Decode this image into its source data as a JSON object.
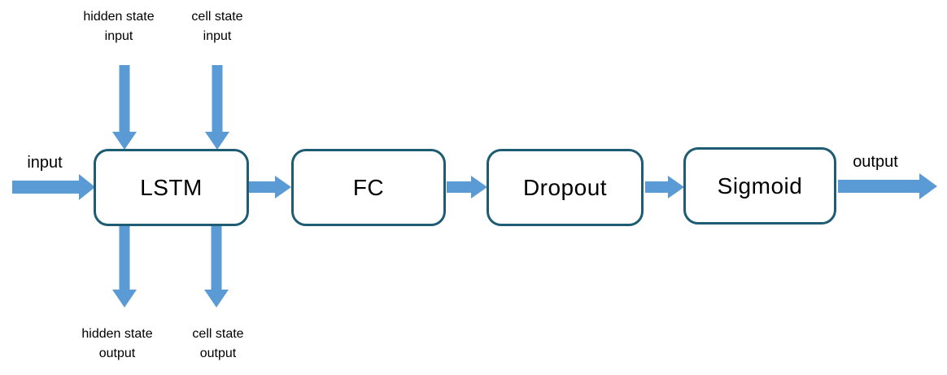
{
  "colors": {
    "arrow": "#5b9bd5",
    "node_border": "#1d5c73",
    "text": "#000000",
    "background": "#ffffff"
  },
  "diagram": {
    "type": "flow",
    "direction": "left-to-right",
    "flow_sequence": [
      "input",
      "LSTM",
      "FC",
      "Dropout",
      "Sigmoid",
      "output"
    ]
  },
  "nodes": {
    "lstm": "LSTM",
    "fc": "FC",
    "dropout": "Dropout",
    "sigmoid": "Sigmoid"
  },
  "labels": {
    "input": "input",
    "output": "output",
    "hidden_state_input": "hidden state\ninput",
    "cell_state_input": "cell state\ninput",
    "hidden_state_output": "hidden state\noutput",
    "cell_state_output": "cell state\noutput"
  },
  "icons": [
    "input-arrow-icon",
    "hidden-state-input-arrow-icon",
    "cell-state-input-arrow-icon",
    "lstm-to-fc-arrow-icon",
    "fc-to-dropout-arrow-icon",
    "dropout-to-sigmoid-arrow-icon",
    "output-arrow-icon",
    "hidden-state-output-arrow-icon",
    "cell-state-output-arrow-icon"
  ]
}
